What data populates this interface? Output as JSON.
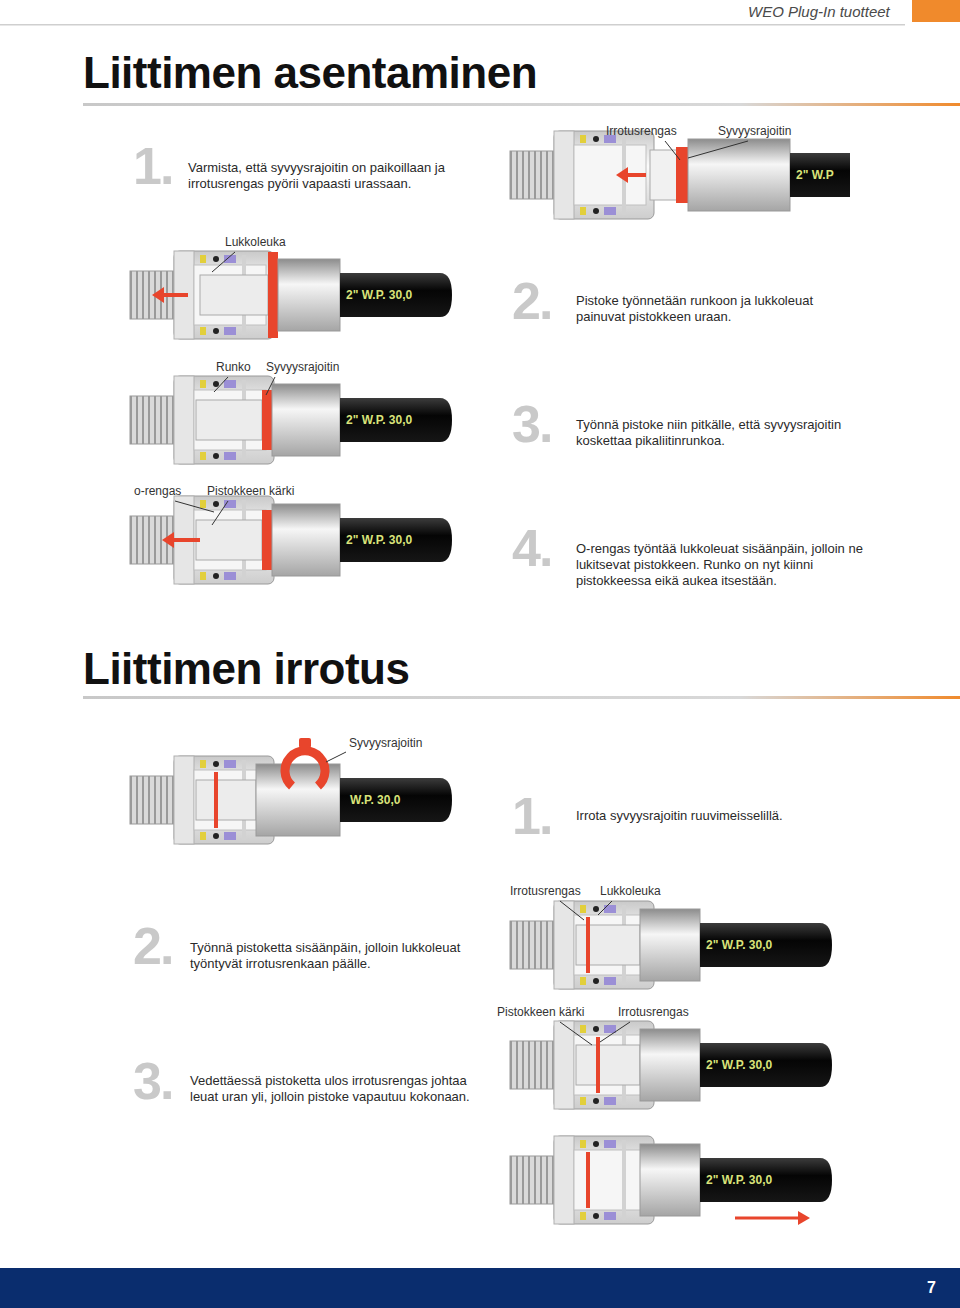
{
  "diagram": {
    "title": "Liittimen asentaminen",
    "nodes": [
      {
        "text": [
          "7"
        ]
      }
    ],
    "labels": [
      "WEO Plug-In tuotteet",
      "1.",
      "Varmista, että syvyysrajoitin on paikoillaan ja irrotusrengas pyörii vapaasti urassaan.",
      "Irrotusrengas",
      "Syvyysrajoitin",
      "2\" W.P",
      "Lukkoleuka",
      "2\" W.P. 30,0",
      "2.",
      "Pistoke työnnetään runkoon ja lukkoleuat painuvat pistokkeen uraan.",
      "Runko",
      "Syvyysrajoitin",
      "2\" W.P. 30,0",
      "3.",
      "Työnnä pistoke niin pitkälle, että syvyysrajoitin koskettaa pikaliitinrunkoa.",
      "o-rengas",
      "Pistokkeen kärki",
      "2\" W.P. 30,0",
      "4.",
      "O-rengas työntää lukkoleuat sisäänpäin, jolloin ne lukitsevat pistokkeen. Runko on nyt kiinni pistokkeessa eikä aukea itsestään.",
      "Liittimen irrotus",
      "Syvyysrajoitin",
      "W.P. 30,0",
      "1.",
      "Irrota syvyysrajoitin ruuvimeisselillä.",
      "Irrotusrengas",
      "Lukkoleuka",
      "2\" W.P. 30,0",
      "2.",
      "Työnnä pistoketta sisäänpäin, jolloin lukkoleuat työntyvät irrotusrenkaan päälle.",
      "Pistokkeen kärki",
      "Irrotusrengas",
      "2\" W.P. 30,0",
      "3.",
      "Vedettäessä pistoketta ulos irrotusrengas johtaa leuat uran yli, jolloin pistoke vapautuu kokonaan.",
      "2\" W.P. 30,0"
    ]
  }
}
